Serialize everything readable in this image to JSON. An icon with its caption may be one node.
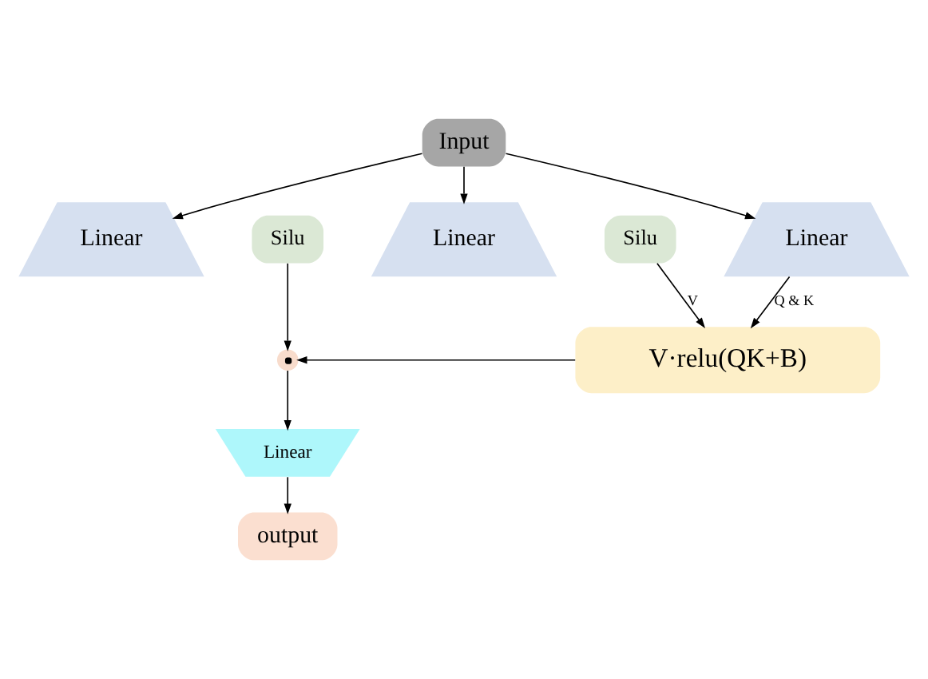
{
  "diagram": {
    "nodes": [
      {
        "text": [
          "Input"
        ]
      },
      {
        "text": [
          "Linear"
        ]
      },
      {
        "text": [
          "Linear"
        ]
      },
      {
        "text": [
          "Linear"
        ]
      },
      {
        "text": [
          "Silu"
        ]
      },
      {
        "text": [
          "Silu"
        ]
      },
      {
        "text": [
          "V·relu(QK+B)"
        ]
      },
      {
        "text": [],
        "shape": "circle"
      },
      {
        "text": [
          "Linear"
        ]
      },
      {
        "text": [
          "output"
        ]
      }
    ],
    "edges": [
      {
        "from": 0,
        "to": 1,
        "arrow": "to"
      },
      {
        "from": 0,
        "to": 2,
        "arrow": "to"
      },
      {
        "from": 0,
        "to": 3,
        "arrow": "to"
      },
      {
        "from": 4,
        "to": 7,
        "arrow": "to"
      },
      {
        "from": 5,
        "to": 6,
        "label": "V",
        "arrow": "to"
      },
      {
        "from": 3,
        "to": 6,
        "label": "Q & K",
        "arrow": "to"
      },
      {
        "from": 6,
        "to": 7,
        "arrow": "to"
      },
      {
        "from": 7,
        "to": 8,
        "arrow": "to"
      },
      {
        "from": 8,
        "to": 9,
        "arrow": "to"
      }
    ]
  }
}
